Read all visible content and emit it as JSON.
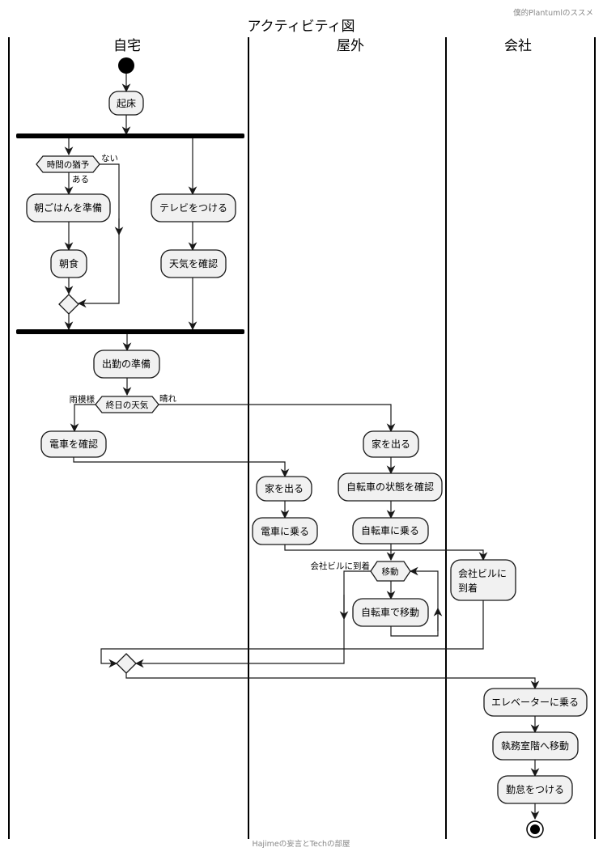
{
  "header": {
    "note": "僕的Plantumlのススメ",
    "title": "アクティビティ図"
  },
  "footer": {
    "note": "Hajimeの妄言とTechの部屋"
  },
  "lanes": {
    "home": "自宅",
    "outside": "屋外",
    "company": "会社"
  },
  "nodes": {
    "wake": "起床",
    "time_check": "時間の猶予",
    "prepare_breakfast": "朝ごはんを準備",
    "breakfast": "朝食",
    "tv_on": "テレビをつける",
    "check_weather": "天気を確認",
    "prepare_commute": "出勤の準備",
    "weather_today": "終日の天気",
    "check_train": "電車を確認",
    "leave_home_train": "家を出る",
    "ride_train": "電車に乗る",
    "leave_home_bike": "家を出る",
    "check_bike": "自転車の状態を確認",
    "ride_bike": "自転車に乗る",
    "move": "移動",
    "move_by_bike": "自転車で移動",
    "arrive_building_1": "会社ビルに",
    "arrive_building_2": "到着",
    "ride_elevator": "エレベーターに乗る",
    "move_office_floor": "執務室階へ移動",
    "clock_in": "勤怠をつける"
  },
  "labels": {
    "no": "ない",
    "yes": "ある",
    "rainy": "雨模様",
    "sunny": "晴れ",
    "arrived": "会社ビルに到着"
  }
}
